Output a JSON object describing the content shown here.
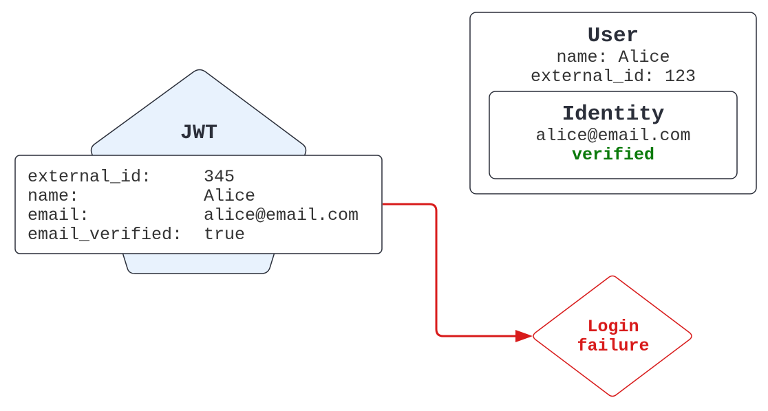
{
  "jwt": {
    "title": "JWT",
    "fields": [
      {
        "key": "external_id:",
        "value": "345"
      },
      {
        "key": "name:",
        "value": "Alice"
      },
      {
        "key": "email:",
        "value": "alice@email.com"
      },
      {
        "key": "email_verified:",
        "value": "true"
      }
    ],
    "fill_color": "#e8f2fd",
    "stroke_color": "#2b2f3a"
  },
  "user": {
    "title": "User",
    "name_line": "name: Alice",
    "external_id_line": "external_id: 123",
    "identity": {
      "title": "Identity",
      "email": "alice@email.com",
      "status": "verified",
      "status_color": "#0b7a0b"
    }
  },
  "result": {
    "label_line1": "Login",
    "label_line2": "failure",
    "color": "#d81b1b"
  }
}
